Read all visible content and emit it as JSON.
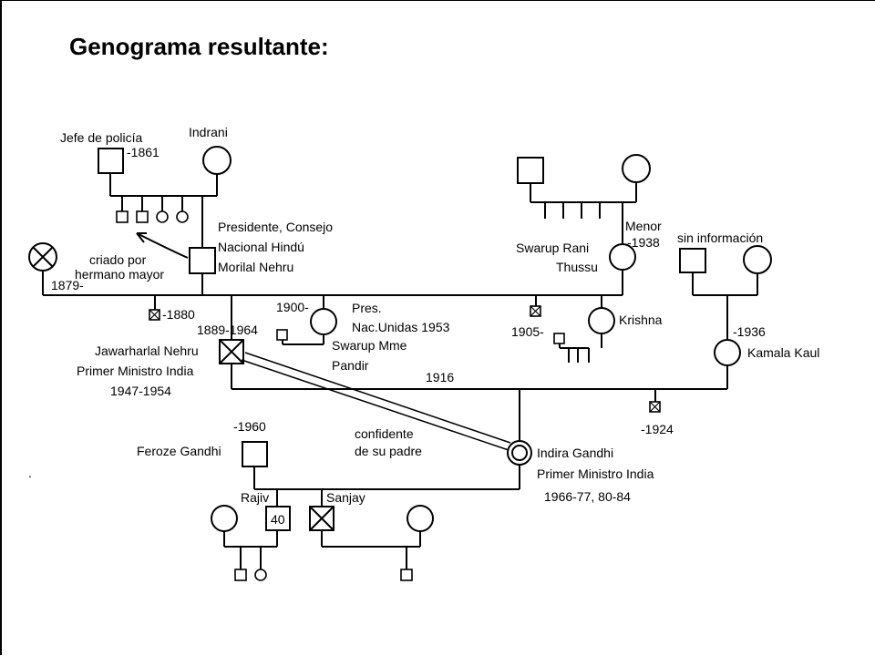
{
  "title": "Genograma resultante:",
  "labels": {
    "jefe_policia": "Jefe de policía",
    "d1861": "-1861",
    "indrani": "Indrani",
    "presidente_l1": "Presidente, Consejo",
    "presidente_l2": "Nacional Hindú",
    "presidente_l3": "Morilal Nehru",
    "criado_l1": "criado por",
    "criado_l2": "hermano mayor",
    "d1879": "1879-",
    "d1880": "-1880",
    "d1889_1964": "1889-1964",
    "jn_l1": "Jawarharlal Nehru",
    "jn_l2": "Primer Ministro India",
    "jn_l3": "1947-1954",
    "d1900": "1900-",
    "pres_l1": "Pres.",
    "pres_l2": "Nac.Unidas 1953",
    "swarup_mme_l1": "Swarup Mme",
    "swarup_mme_l2": "Pandir",
    "d1916": "1916",
    "menor": "Menor",
    "d1938": "-1938",
    "swarup_rani_l1": "Swarup Rani",
    "swarup_rani_l2": "Thussu",
    "d1905": "1905-",
    "krishna": "Krishna",
    "sin_info": "sin información",
    "d1936": "-1936",
    "kamala": "Kamala Kaul",
    "d1924": "-1924",
    "d1960": "-1960",
    "feroze": "Feroze Gandhi",
    "confidente_l1": "confidente",
    "confidente_l2": "de su padre",
    "indira_l1": "Indira Gandhi",
    "indira_l2": "Primer Ministro India",
    "indira_l3": "1966-77, 80-84",
    "rajiv": "Rajiv",
    "rajiv_age": "40",
    "sanjay": "Sanjay",
    "dot": "."
  }
}
